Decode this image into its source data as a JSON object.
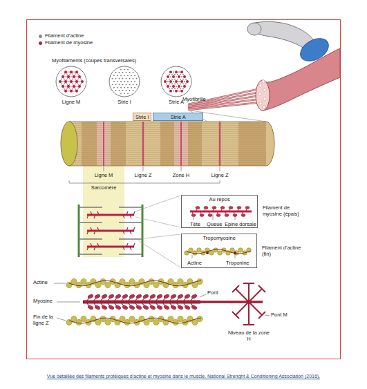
{
  "diagram": {
    "caption": "Vue détaillée des filaments protéiques d'actine et myosine dans le muscle. National Strenght & Conditioning Association (2016).",
    "nodes": [
      {
        "text": [
          "Strie I"
        ]
      },
      {
        "text": [
          "Strie A"
        ]
      },
      {
        "text": [
          "Au repos",
          "Tête",
          "Queue",
          "Epine dorsale",
          "Filament de myosine (épais)"
        ]
      },
      {
        "text": [
          "Tropomyosine",
          "Actine",
          "Troponine",
          "Filament d'actine (fin)"
        ]
      }
    ],
    "labels": [
      "Myofilaments (coupes transversales)",
      "Ligne M",
      "Strie I",
      "Strie A",
      "Myofibrille",
      "Ligne M",
      "Ligne Z",
      "Zone H",
      "Ligne Z",
      "Sarcomère",
      "Actine",
      "Myosine",
      "Fin de la ligne Z",
      "Pont",
      "Pont M",
      "Niveau de la zone H"
    ],
    "legend": [
      {
        "text": "Filament d'actine",
        "color": "#8a8a8a"
      },
      {
        "text": "Filament de myosine",
        "color": "#b5213f"
      }
    ]
  }
}
